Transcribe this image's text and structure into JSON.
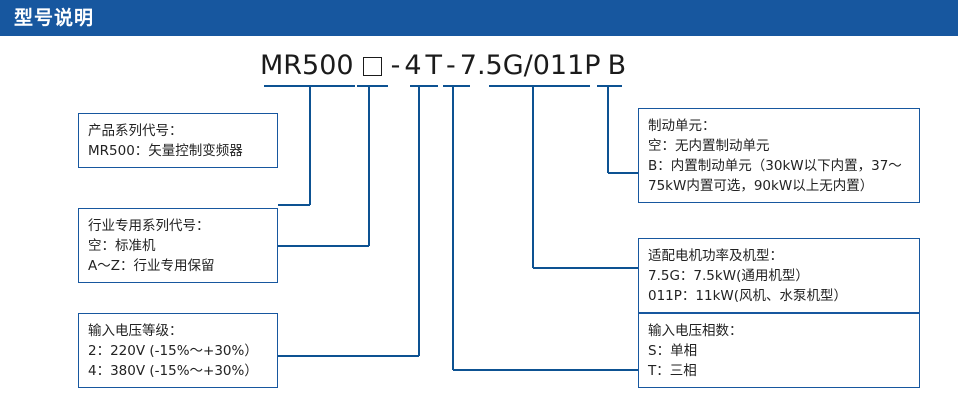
{
  "header": {
    "title": "型号说明",
    "background_color": "#17579f",
    "text_color": "#ffffff"
  },
  "colors": {
    "accent_blue": "#17579f",
    "line_blue": "#0d5292",
    "text_dark": "#1b1b1b"
  },
  "model_number": {
    "full": "MR500□-4T-7.5G/011PB",
    "segments": [
      {
        "id": "series",
        "text": "MR500"
      },
      {
        "id": "industry",
        "text": "□"
      },
      {
        "id": "dash1",
        "text": "-"
      },
      {
        "id": "voltage",
        "text": "4"
      },
      {
        "id": "phase",
        "text": "T"
      },
      {
        "id": "dash2",
        "text": "-"
      },
      {
        "id": "power",
        "text": "7.5G/011P"
      },
      {
        "id": "brake",
        "text": "B"
      }
    ]
  },
  "callouts": {
    "series": {
      "name": "产品系列代号",
      "lines": [
        "产品系列代号：",
        "MR500：矢量控制变频器"
      ]
    },
    "industry": {
      "name": "行业专用系列代号",
      "lines": [
        "行业专用系列代号：",
        "空：标准机",
        "A～Z：行业专用保留"
      ]
    },
    "voltage": {
      "name": "输入电压等级",
      "lines": [
        "输入电压等级：",
        "2：220V (-15%～+30%）",
        "4：380V (-15%～+30%）"
      ]
    },
    "brake": {
      "name": "制动单元",
      "lines": [
        "制动单元：",
        "空：无内置制动单元",
        "B：内置制动单元（30kW以下内置，37～75kW内置可选，90kW以上无内置）"
      ]
    },
    "power": {
      "name": "适配电机功率及机型",
      "lines": [
        "适配电机功率及机型：",
        "7.5G：7.5kW(通用机型）",
        "011P：11kW(风机、水泵机型）"
      ]
    },
    "phase": {
      "name": "输入电压相数",
      "lines": [
        "输入电压相数：",
        "S：单相",
        "T：三相"
      ]
    }
  }
}
